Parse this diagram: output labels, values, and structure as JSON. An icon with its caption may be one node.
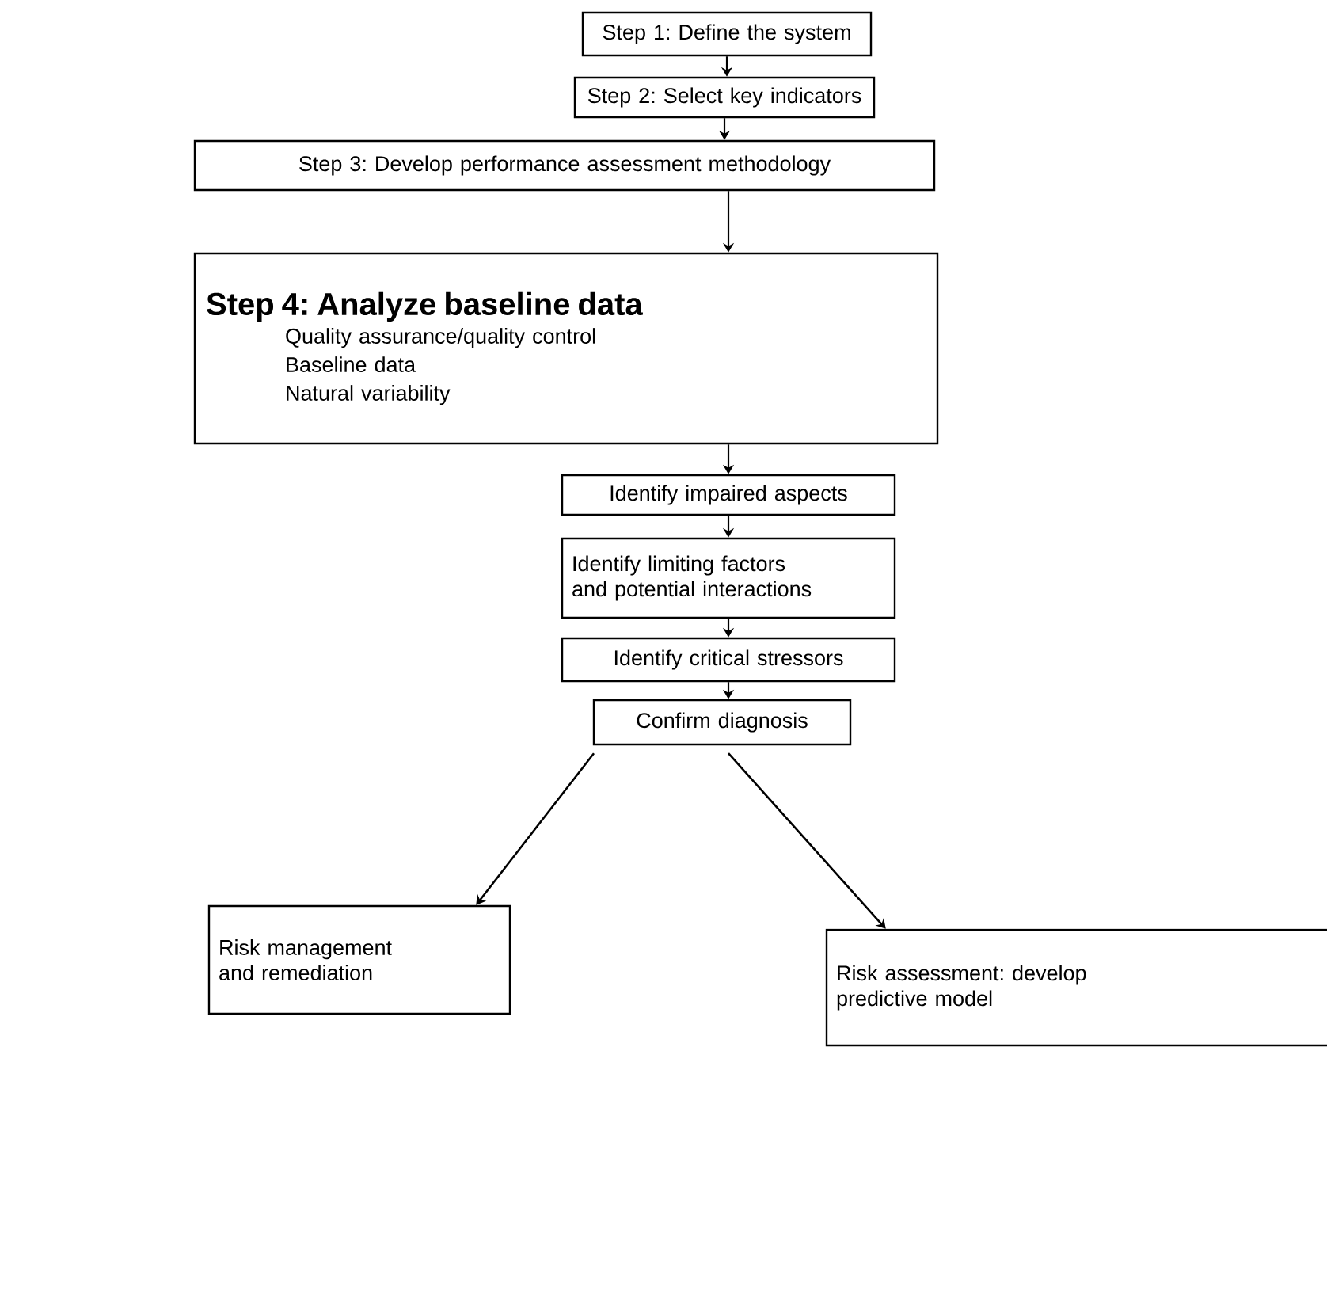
{
  "diagram": {
    "nodes": [
      {
        "text": [
          "Step 1: Define the system"
        ]
      },
      {
        "text": [
          "Step 2: Select key indicators"
        ]
      },
      {
        "text": [
          "Step 3: Develop performance assessment methodology"
        ]
      },
      {
        "text": [
          "Step 4: Analyze baseline data",
          "Quality assurance/quality control",
          "Baseline data",
          "Natural variability"
        ]
      },
      {
        "text": [
          "Identify impaired aspects"
        ]
      },
      {
        "text": [
          "Identify limiting factors and potential interactions"
        ]
      },
      {
        "text": [
          "Identify critical stressors"
        ]
      },
      {
        "text": [
          "Confirm diagnosis"
        ]
      },
      {
        "text": [
          "Risk management and remediation"
        ]
      },
      {
        "text": [
          "Risk assessment: develop predictive model"
        ]
      }
    ],
    "edges": [
      {
        "from": 0,
        "to": 1,
        "arrow": "to"
      },
      {
        "from": 1,
        "to": 2,
        "arrow": "to"
      },
      {
        "from": 2,
        "to": 3,
        "arrow": "to"
      },
      {
        "from": 3,
        "to": 4,
        "arrow": "to"
      },
      {
        "from": 4,
        "to": 5,
        "arrow": "to"
      },
      {
        "from": 5,
        "to": 6,
        "arrow": "to"
      },
      {
        "from": 6,
        "to": 7,
        "arrow": "to"
      },
      {
        "from": 7,
        "to": 8,
        "arrow": "to"
      },
      {
        "from": 7,
        "to": 9,
        "arrow": "to"
      }
    ]
  }
}
